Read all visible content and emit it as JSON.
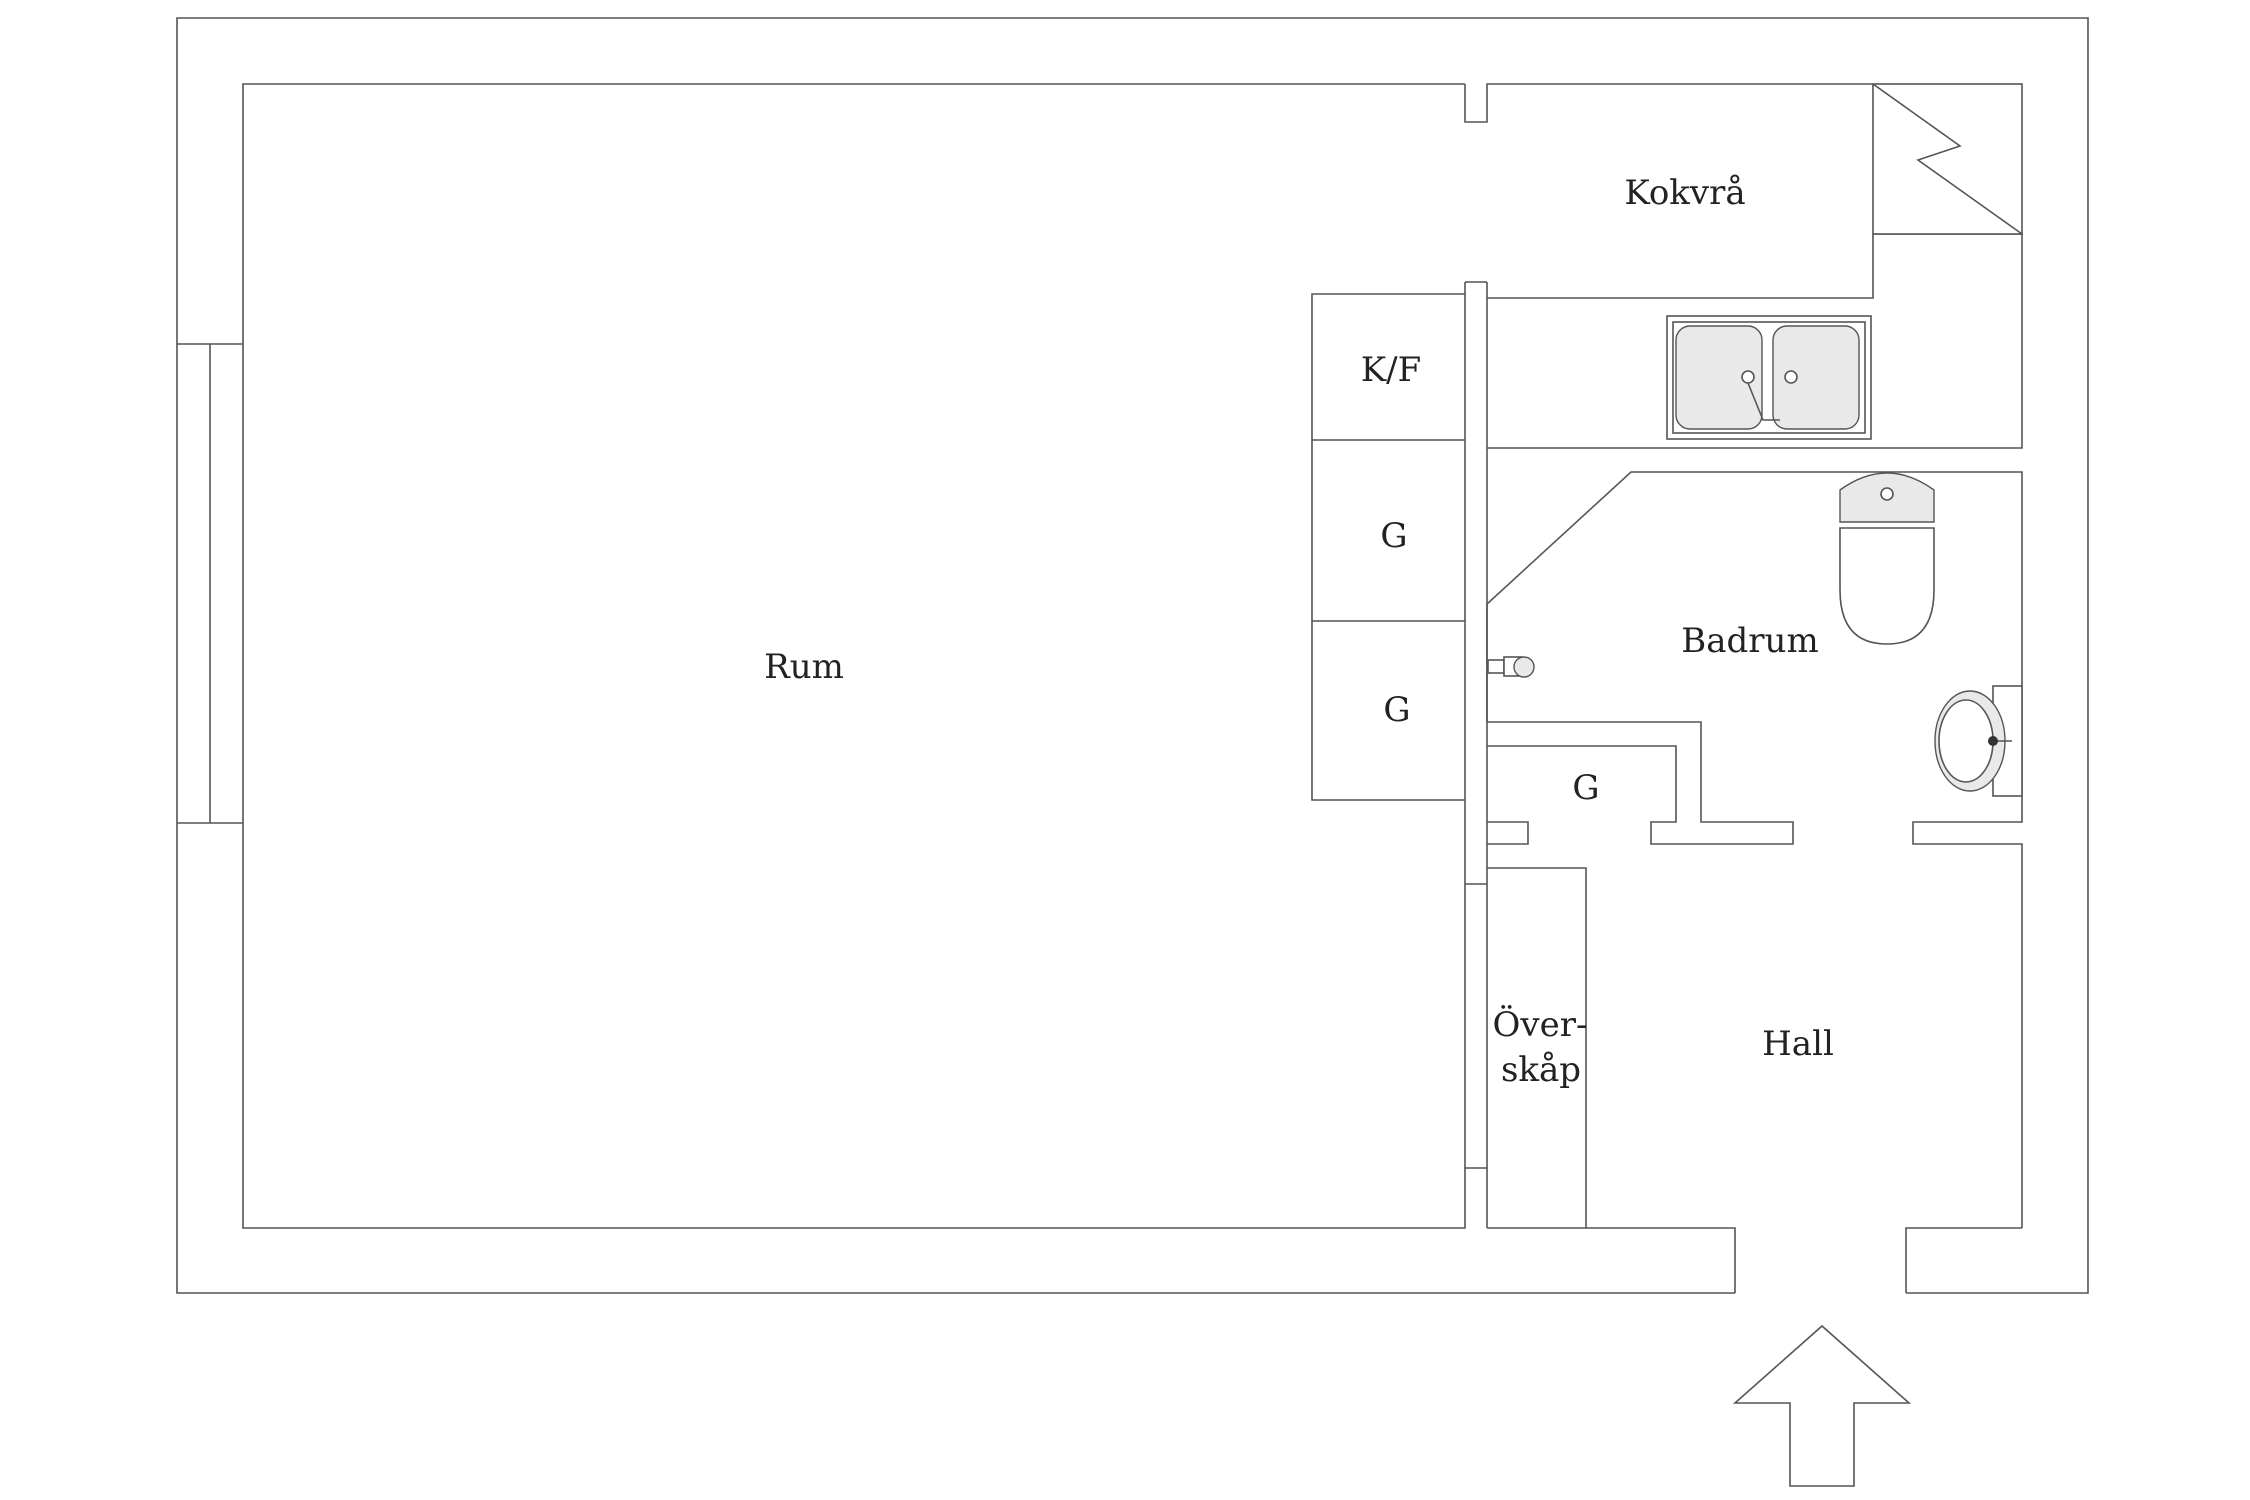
{
  "rooms": {
    "rum": "Rum",
    "kokvra": "Kokvrå",
    "kf": "K/F",
    "g1": "G",
    "g2": "G",
    "g3": "G",
    "badrum": "Badrum",
    "overskap_1": "Över-",
    "overskap_2": "skåp",
    "hall": "Hall"
  },
  "icons": {
    "entrance": "arrow-up-icon",
    "stove": "stove-icon",
    "sink": "double-sink-icon",
    "toilet": "toilet-icon",
    "washbasin": "washbasin-icon",
    "shower": "shower-icon"
  },
  "colors": {
    "line": "#555555",
    "text": "#222222"
  }
}
